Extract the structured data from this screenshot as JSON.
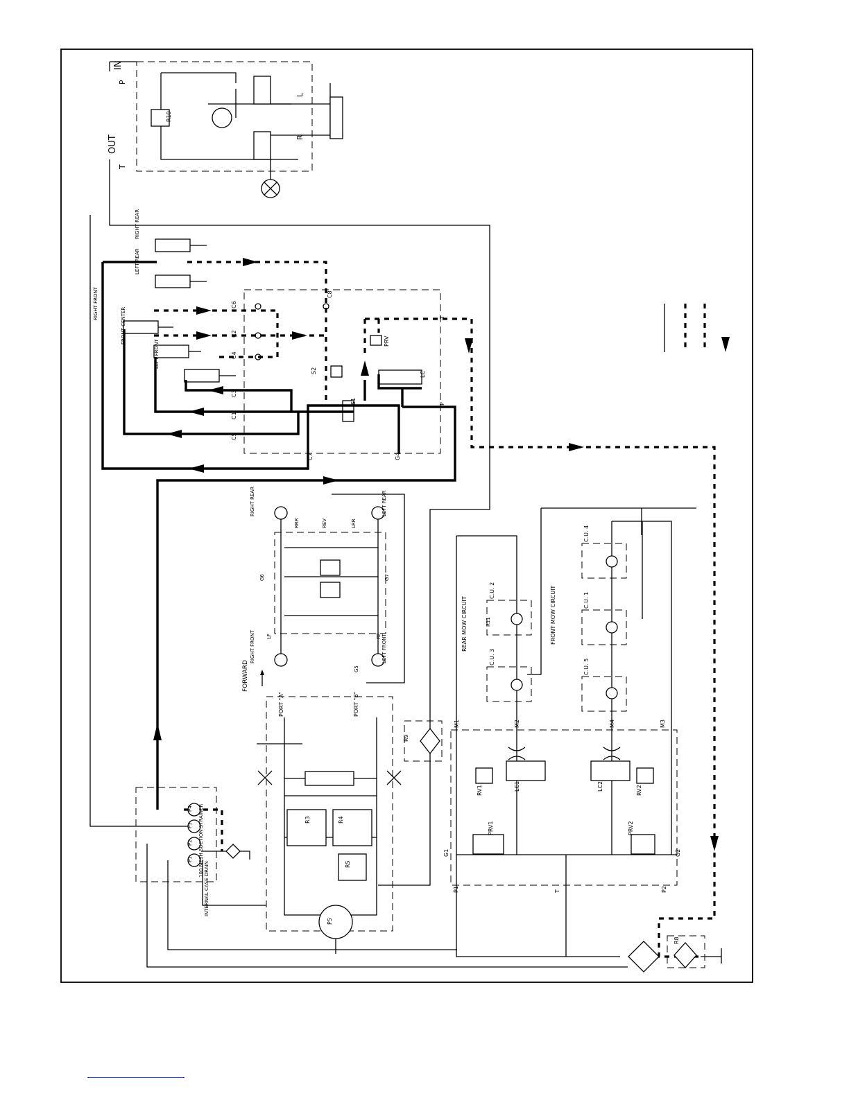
{
  "labels": {
    "in": "IN",
    "out": "OUT",
    "p": "P",
    "t": "T",
    "l": "L",
    "r": "R",
    "r10": "R10",
    "right_rear": "RIGHT REAR",
    "left_rear": "LEFT REAR",
    "right_front": "RIGHT FRONT",
    "front_center": "FRONT CENTER",
    "left_front": "LEFT FRONT",
    "c1": "C1",
    "c2": "C2",
    "c3": "C3",
    "c4": "C4",
    "c5": "C5",
    "c6": "C6",
    "c7": "C7",
    "c8": "C8",
    "s1": "S1",
    "s2": "S2",
    "g4": "G4",
    "prv": "PRV",
    "lc": "LC",
    "port_a": "PORT \"A\"",
    "port_b": "PORT \"B\"",
    "forward": "FORWARD",
    "rrr": "RRR",
    "rev": "REV",
    "lrr": "LRR",
    "g5": "G5",
    "g6": "G6",
    "g7": "G7",
    "lf": "LF",
    "rf": "RF",
    "rear_mow": "REAR MOW CIRCUIT",
    "front_mow": "FRONT MOW CIRCUIT",
    "cu1": "C.U. 1",
    "cu2": "C.U. 2",
    "cu3": "C.U. 3",
    "cu4": "C.U. 4",
    "cu5": "C.U. 5",
    "m1": "M1",
    "m2": "M2",
    "m3": "M3",
    "m4": "M4",
    "rv1": "RV1",
    "rv2": "RV2",
    "lc1": "LC1",
    "lc2": "LC2",
    "prv1": "PRV1",
    "prv2": "PRV2",
    "g1": "G1",
    "g2": "G2",
    "p1": "P1",
    "p2": "P2",
    "p3": "P3",
    "p4": "P4",
    "p5": "P5",
    "r3": "R3",
    "r4": "R4",
    "r5": "R5",
    "r8": "R8",
    "r9": "R9",
    "r11": "R11",
    "strainer": "100 MESH SUCTION STRAINER",
    "case_drain": "INTERNAL CASE DRAIN"
  }
}
